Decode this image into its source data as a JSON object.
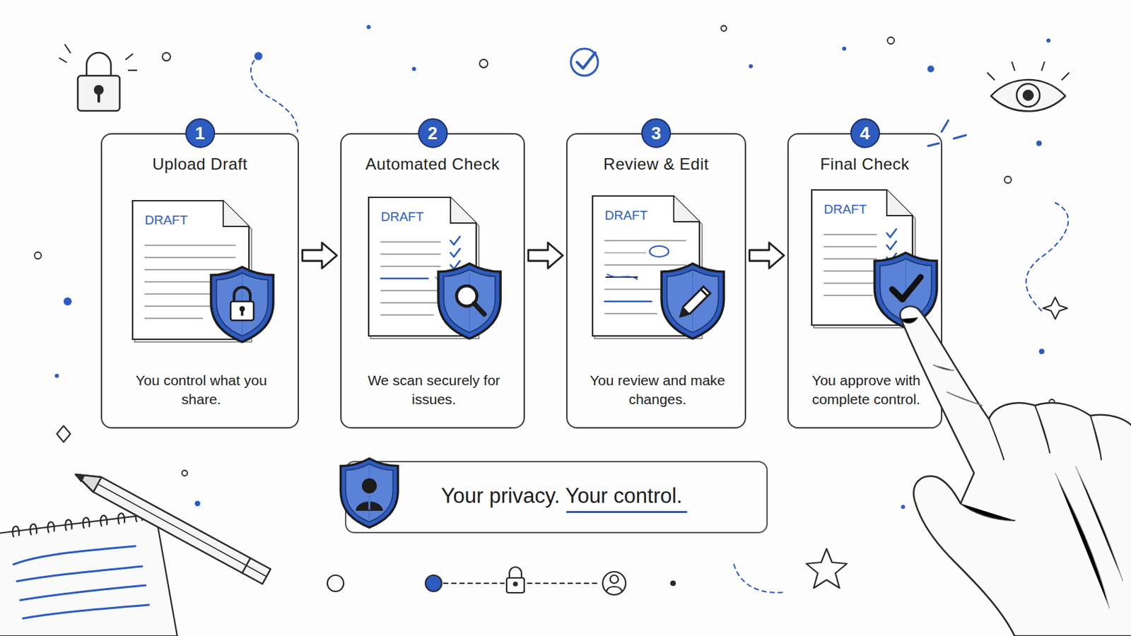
{
  "diagram": {
    "nodes": [
      {
        "text": [
          "Upload Draft",
          "You control what you share."
        ]
      },
      {
        "text": [
          "1"
        ],
        "in": 0
      },
      {
        "text": [
          "DRAFT"
        ],
        "in": 0
      },
      {
        "text": [
          "Automated Check",
          "We scan securely for issues."
        ]
      },
      {
        "text": [
          "2"
        ],
        "in": 3
      },
      {
        "text": [
          "DRAFT"
        ],
        "in": 3
      },
      {
        "text": [
          "Review & Edit",
          "You review and make changes."
        ]
      },
      {
        "text": [
          "3"
        ],
        "in": 6
      },
      {
        "text": [
          "DRAFT"
        ],
        "in": 6
      },
      {
        "text": [
          "Final Check",
          "You approve with complete control."
        ]
      },
      {
        "text": [
          "4"
        ],
        "in": 9
      },
      {
        "text": [
          "DRAFT"
        ],
        "in": 9
      },
      {
        "text": [
          "Your privacy. Your control."
        ]
      }
    ],
    "edges": [
      {
        "from": 0,
        "to": 3,
        "arrow": "to"
      },
      {
        "from": 3,
        "to": 6,
        "arrow": "to"
      },
      {
        "from": 6,
        "to": 9,
        "arrow": "to"
      }
    ]
  }
}
